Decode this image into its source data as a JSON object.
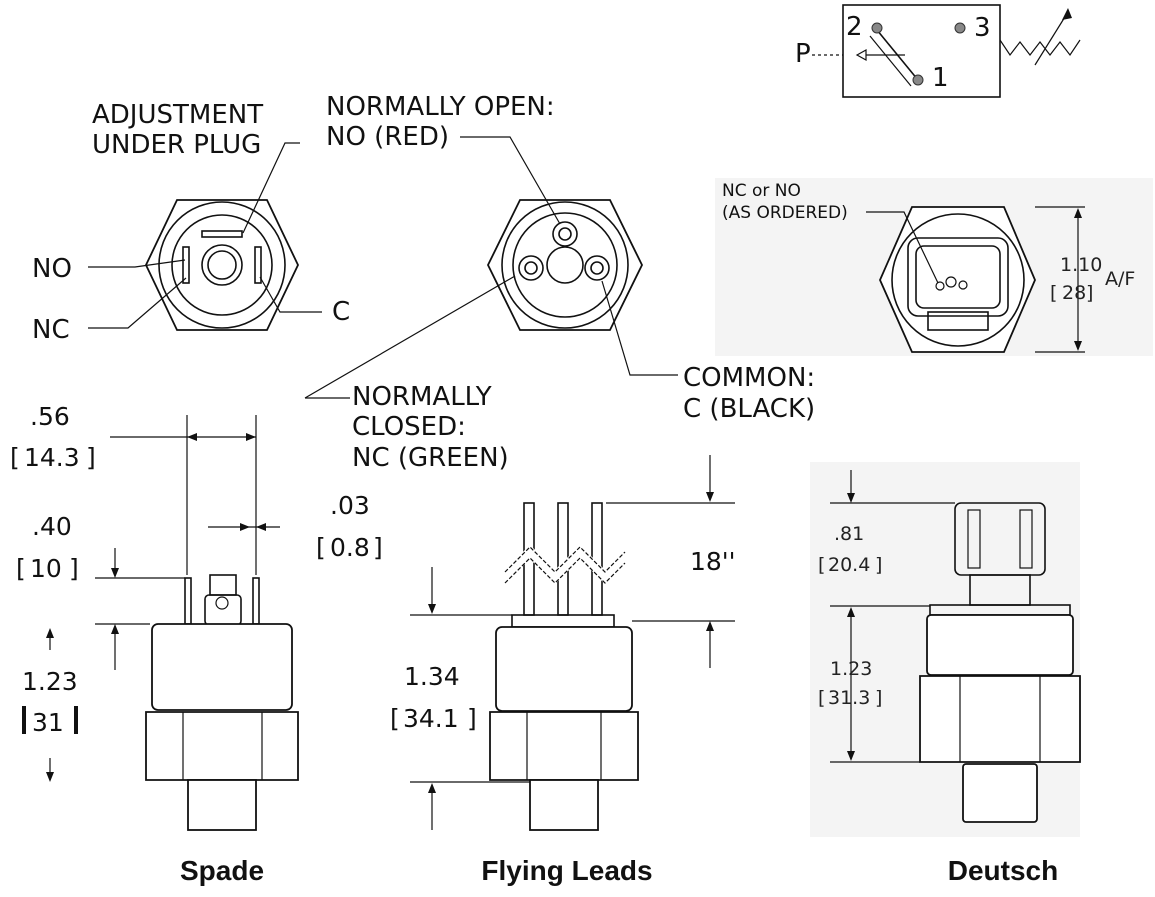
{
  "schematic": {
    "port_p": "P",
    "pin_2": "2",
    "pin_3": "3",
    "pin_1": "1"
  },
  "spade_top": {
    "adjustment_line1": "ADJUSTMENT",
    "adjustment_line2": "UNDER PLUG",
    "no": "NO",
    "nc": "NC",
    "c": "C"
  },
  "leads_top": {
    "open_line1": "NORMALLY OPEN:",
    "open_line2": "NO (RED)",
    "closed_line1": "NORMALLY",
    "closed_line2": "CLOSED:",
    "closed_line3": "NC (GREEN)",
    "common_line1": "COMMON:",
    "common_line2": "C (BLACK)"
  },
  "deutsch_top": {
    "note_line1": "NC or NO",
    "note_line2": "(AS ORDERED)",
    "af_in": "1.10",
    "af_mm": "28",
    "af_label": "A/F"
  },
  "spade_dims": {
    "width_in": ".56",
    "width_mm": "14.3",
    "terminal_in": ".03",
    "terminal_mm": "0.8",
    "spade_h_in": ".40",
    "spade_h_mm": "10",
    "body_h_in": "1.23",
    "body_h_mm": "31"
  },
  "leads_dims": {
    "lead_len": "18''",
    "body_h_in": "1.34",
    "body_h_mm": "34.1"
  },
  "deutsch_dims": {
    "conn_h_in": ".81",
    "conn_h_mm": "20.4",
    "body_h_in": "1.23",
    "body_h_mm": "31.3"
  },
  "captions": {
    "spade": "Spade",
    "leads": "Flying Leads",
    "deutsch": "Deutsch"
  }
}
